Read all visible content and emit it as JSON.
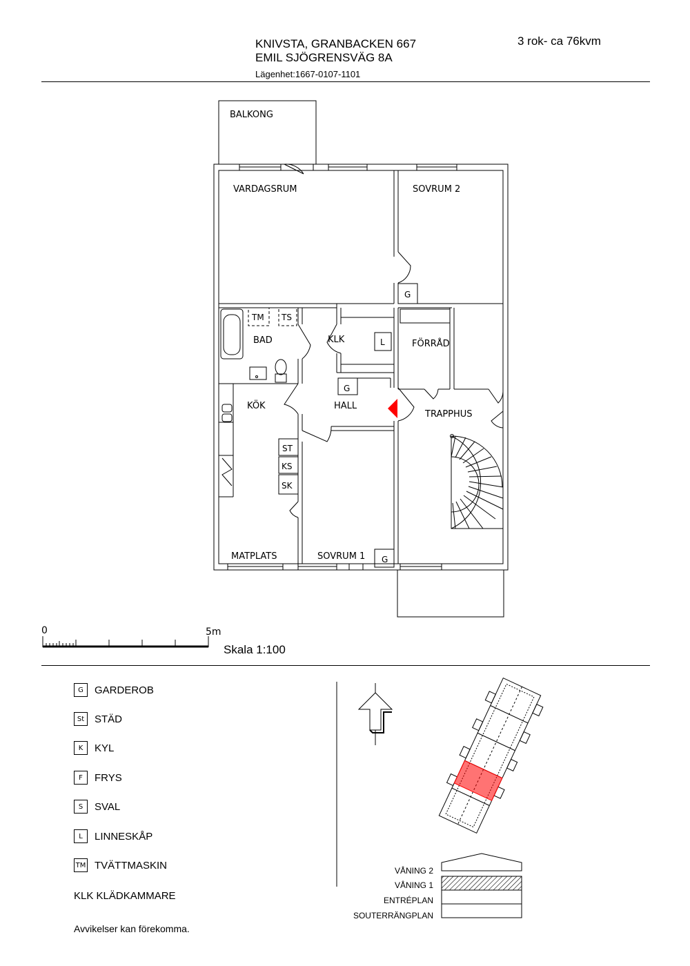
{
  "header": {
    "line1": "KNIVSTA, GRANBACKEN 667",
    "line2": "EMIL SJÖGRENSVÄG 8A",
    "line3": "Lägenhet:1667-0107-1101",
    "size": "3 rok- ca 76kvm"
  },
  "rooms": {
    "balkong": "BALKONG",
    "vardagsrum": "VARDAGSRUM",
    "sovrum2": "SOVRUM 2",
    "bad": "BAD",
    "tm": "TM",
    "ts": "TS",
    "klk": "KLK",
    "l": "L",
    "forrad": "FÖRRÅD",
    "kok": "KÖK",
    "hall": "HALL",
    "trapphus": "TRAPPHUS",
    "st": "ST",
    "ks": "KS",
    "sk": "SK",
    "g": "G",
    "matplats": "MATPLATS",
    "sovrum1": "SOVRUM 1"
  },
  "scale": {
    "zero": "0",
    "five": "5m",
    "label": "Skala 1:100"
  },
  "legend": [
    {
      "code": "G",
      "label": "GARDEROB"
    },
    {
      "code": "St",
      "label": "STÄD"
    },
    {
      "code": "K",
      "label": "KYL"
    },
    {
      "code": "F",
      "label": "FRYS"
    },
    {
      "code": "S",
      "label": "SVAL"
    },
    {
      "code": "L",
      "label": "LINNESKÅP"
    },
    {
      "code": "TM",
      "label": "TVÄTTMASKIN"
    }
  ],
  "legend_extra": "KLK KLÄDKAMMARE",
  "disclaimer": "Avvikelser kan förekomma.",
  "levels": [
    "VÅNING 2",
    "VÅNING 1",
    "ENTRÉPLAN",
    "SOUTERRÄNGPLAN"
  ],
  "colors": {
    "highlight": "#ff0000",
    "lines": "#000000"
  },
  "icons": {
    "north": "north-arrow-icon",
    "entrance": "entrance-triangle-icon"
  }
}
